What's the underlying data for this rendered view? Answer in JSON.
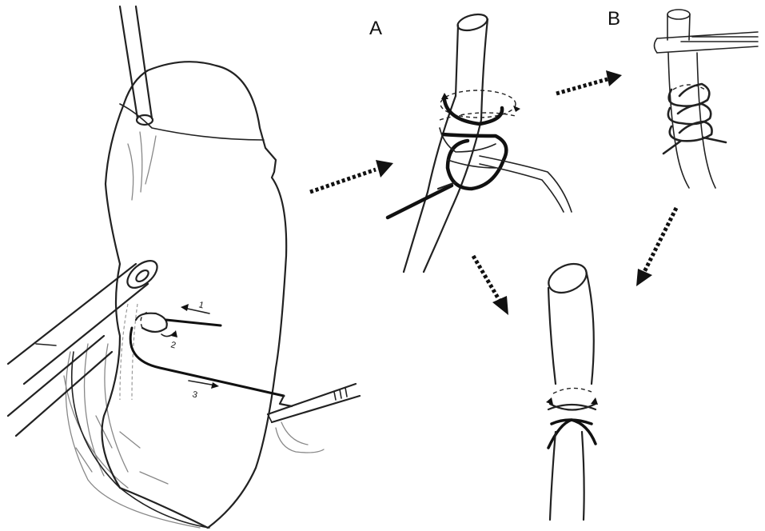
{
  "labels": {
    "panel_a": "A",
    "panel_b": "B",
    "step_1": "1",
    "step_2": "2",
    "step_3": "3"
  },
  "colors": {
    "line": "#222222",
    "suture": "#111111",
    "background": "#ffffff"
  },
  "icons": {
    "flow_arrow": "dotted-arrow-icon"
  }
}
